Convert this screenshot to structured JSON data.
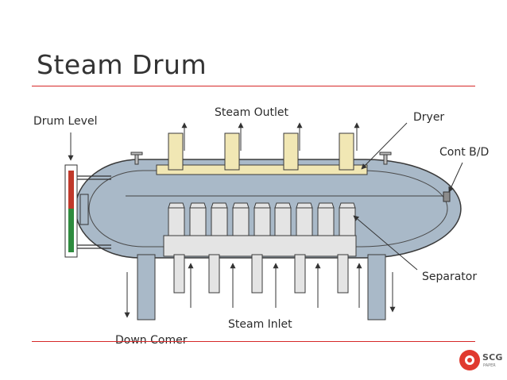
{
  "slide": {
    "title": "Steam Drum",
    "accent_color": "#d62828"
  },
  "labels": {
    "drum_level": "Drum Level",
    "steam_outlet": "Steam Outlet",
    "dryer": "Dryer",
    "cont_bd": "Cont B/D",
    "separator": "Separator",
    "steam_inlet": "Steam Inlet",
    "down_comer": "Down Comer"
  },
  "colors": {
    "water": "#a9b9c8",
    "outline": "#3a3a3a",
    "dryer": "#f1e7b4",
    "gauge_red": "#c0392b",
    "gauge_green": "#2e8b3e",
    "separator_fill": "#e4e4e4"
  },
  "logo": {
    "name": "SCG",
    "sub": "PAPER"
  }
}
